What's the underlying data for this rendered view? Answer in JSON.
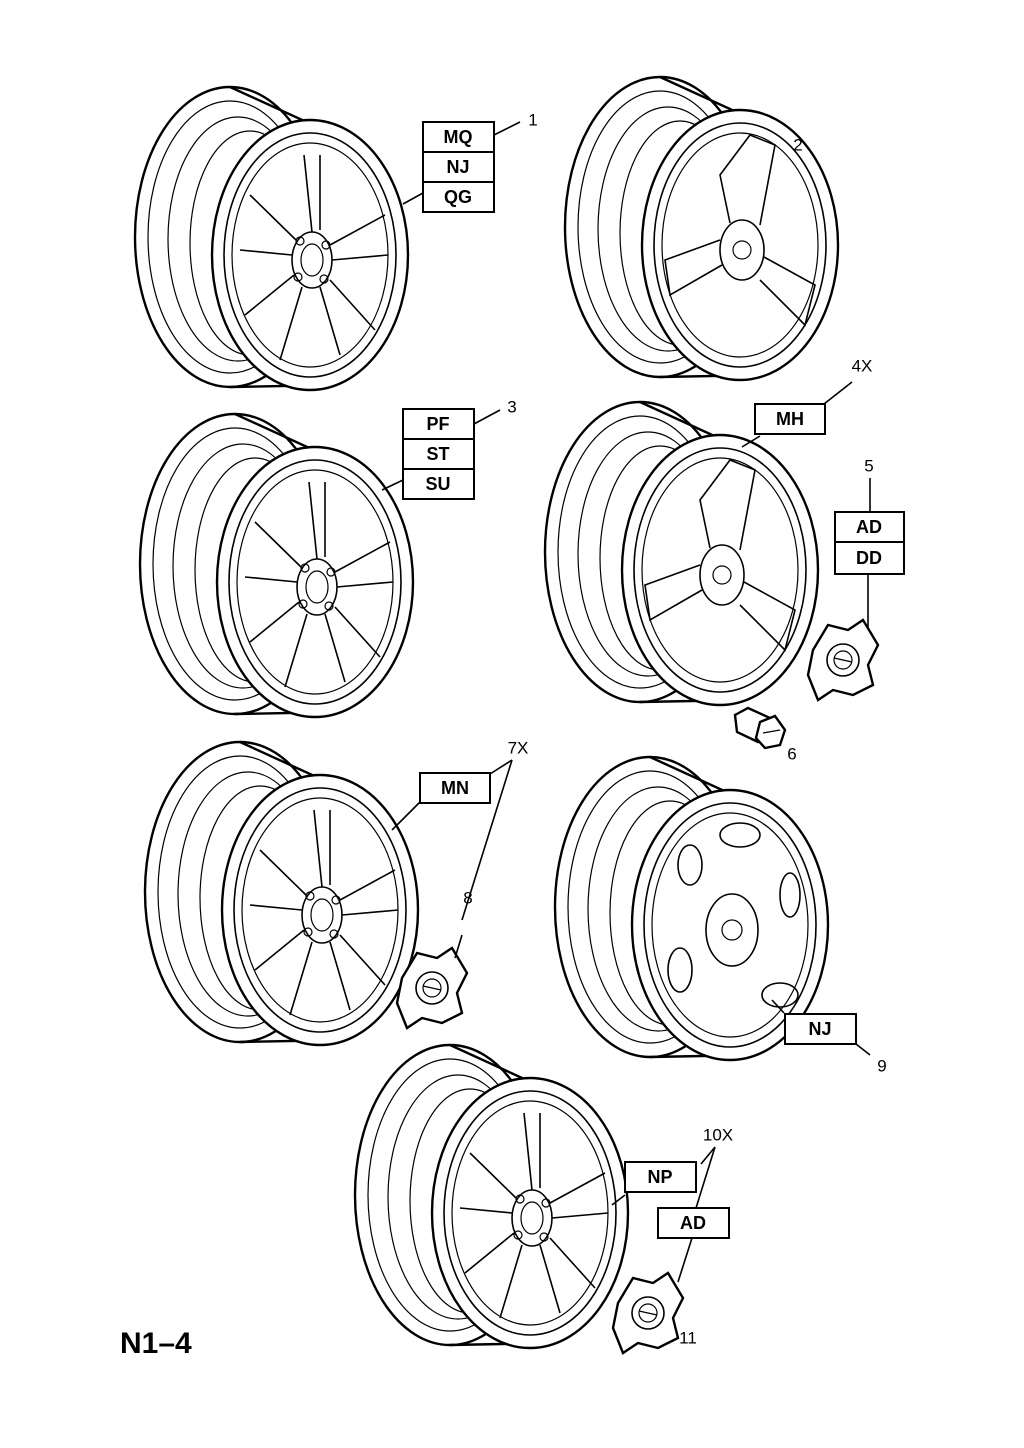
{
  "page_id": "N1–4",
  "parts": [
    {
      "number": "1",
      "codes": [
        "MQ",
        "NJ",
        "QG"
      ]
    },
    {
      "number": "2",
      "codes": []
    },
    {
      "number": "3",
      "codes": [
        "PF",
        "ST",
        "SU"
      ]
    },
    {
      "number": "4X",
      "codes": [
        "MH"
      ]
    },
    {
      "number": "5",
      "codes": [
        "AD",
        "DD"
      ]
    },
    {
      "number": "6",
      "codes": []
    },
    {
      "number": "7X",
      "codes": [
        "MN"
      ]
    },
    {
      "number": "8",
      "codes": []
    },
    {
      "number": "9",
      "codes": [
        "NJ"
      ]
    },
    {
      "number": "10X",
      "codes": [
        "NP",
        "AD"
      ]
    },
    {
      "number": "11",
      "codes": []
    }
  ]
}
